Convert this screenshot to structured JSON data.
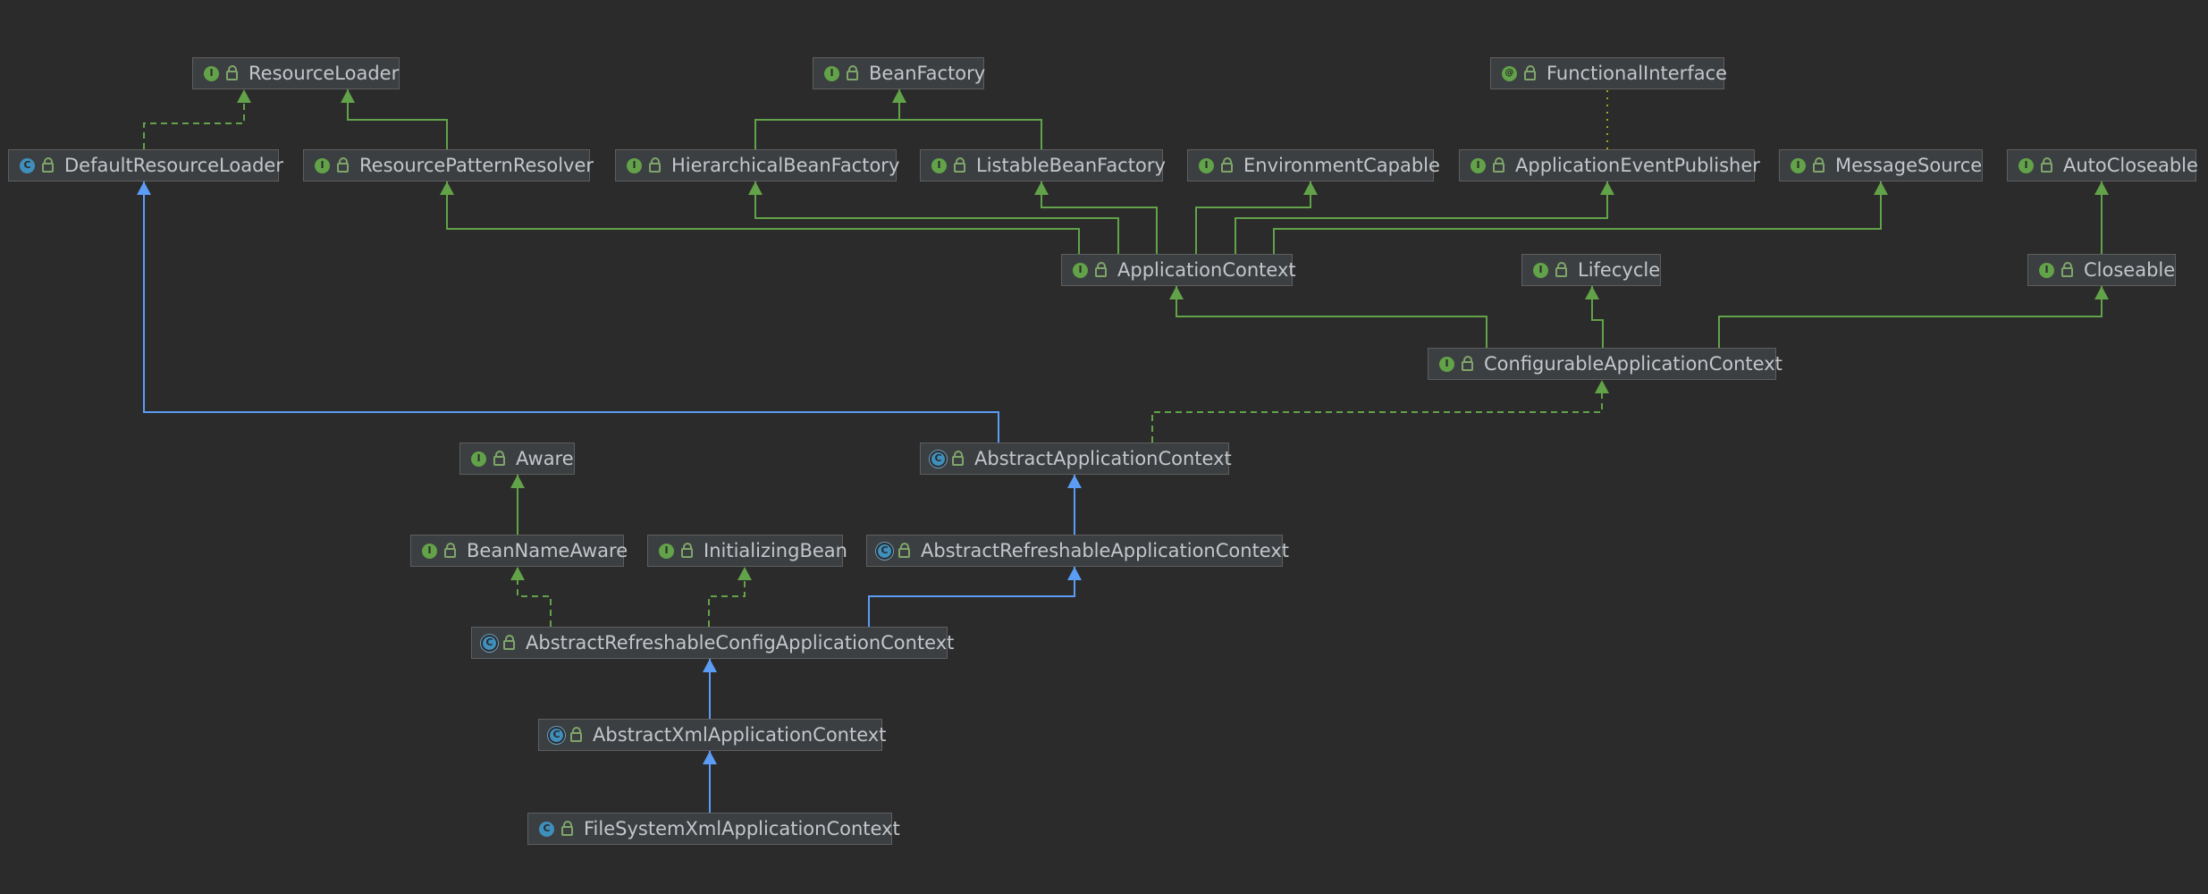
{
  "colors": {
    "background": "#2b2b2b",
    "node_fill": "#3c3f41",
    "node_border": "#5e5e5e",
    "text": "#c3c7cb",
    "interface_edge": "#62a249",
    "class_edge": "#5b9cf5",
    "annotation_edge": "#a4a51d"
  },
  "nodes": {
    "ResourceLoader": {
      "label": "ResourceLoader",
      "kind": "interface"
    },
    "BeanFactory": {
      "label": "BeanFactory",
      "kind": "interface"
    },
    "FunctionalInterface": {
      "label": "FunctionalInterface",
      "kind": "annotation"
    },
    "DefaultResourceLoader": {
      "label": "DefaultResourceLoader",
      "kind": "class"
    },
    "ResourcePatternResolver": {
      "label": "ResourcePatternResolver",
      "kind": "interface"
    },
    "HierarchicalBeanFactory": {
      "label": "HierarchicalBeanFactory",
      "kind": "interface"
    },
    "ListableBeanFactory": {
      "label": "ListableBeanFactory",
      "kind": "interface"
    },
    "EnvironmentCapable": {
      "label": "EnvironmentCapable",
      "kind": "interface"
    },
    "ApplicationEventPublisher": {
      "label": "ApplicationEventPublisher",
      "kind": "interface"
    },
    "MessageSource": {
      "label": "MessageSource",
      "kind": "interface"
    },
    "AutoCloseable": {
      "label": "AutoCloseable",
      "kind": "interface"
    },
    "ApplicationContext": {
      "label": "ApplicationContext",
      "kind": "interface"
    },
    "Lifecycle": {
      "label": "Lifecycle",
      "kind": "interface"
    },
    "Closeable": {
      "label": "Closeable",
      "kind": "interface"
    },
    "ConfigurableApplicationContext": {
      "label": "ConfigurableApplicationContext",
      "kind": "interface"
    },
    "Aware": {
      "label": "Aware",
      "kind": "interface"
    },
    "AbstractApplicationContext": {
      "label": "AbstractApplicationContext",
      "kind": "abstract"
    },
    "BeanNameAware": {
      "label": "BeanNameAware",
      "kind": "interface"
    },
    "InitializingBean": {
      "label": "InitializingBean",
      "kind": "interface"
    },
    "AbstractRefreshableApplicationContext": {
      "label": "AbstractRefreshableApplicationContext",
      "kind": "abstract"
    },
    "AbstractRefreshableConfigApplicationContext": {
      "label": "AbstractRefreshableConfigApplicationContext",
      "kind": "abstract"
    },
    "AbstractXmlApplicationContext": {
      "label": "AbstractXmlApplicationContext",
      "kind": "abstract"
    },
    "FileSystemXmlApplicationContext": {
      "label": "FileSystemXmlApplicationContext",
      "kind": "class"
    }
  },
  "edges": [
    {
      "from": "DefaultResourceLoader",
      "to": "ResourceLoader",
      "type": "implements"
    },
    {
      "from": "ResourcePatternResolver",
      "to": "ResourceLoader",
      "type": "extends-interface"
    },
    {
      "from": "HierarchicalBeanFactory",
      "to": "BeanFactory",
      "type": "extends-interface"
    },
    {
      "from": "ListableBeanFactory",
      "to": "BeanFactory",
      "type": "extends-interface"
    },
    {
      "from": "ApplicationEventPublisher",
      "to": "FunctionalInterface",
      "type": "annotated"
    },
    {
      "from": "ApplicationContext",
      "to": "ResourcePatternResolver",
      "type": "extends-interface"
    },
    {
      "from": "ApplicationContext",
      "to": "HierarchicalBeanFactory",
      "type": "extends-interface"
    },
    {
      "from": "ApplicationContext",
      "to": "ListableBeanFactory",
      "type": "extends-interface"
    },
    {
      "from": "ApplicationContext",
      "to": "EnvironmentCapable",
      "type": "extends-interface"
    },
    {
      "from": "ApplicationContext",
      "to": "ApplicationEventPublisher",
      "type": "extends-interface"
    },
    {
      "from": "ApplicationContext",
      "to": "MessageSource",
      "type": "extends-interface"
    },
    {
      "from": "Closeable",
      "to": "AutoCloseable",
      "type": "extends-interface"
    },
    {
      "from": "ConfigurableApplicationContext",
      "to": "ApplicationContext",
      "type": "extends-interface"
    },
    {
      "from": "ConfigurableApplicationContext",
      "to": "Lifecycle",
      "type": "extends-interface"
    },
    {
      "from": "ConfigurableApplicationContext",
      "to": "Closeable",
      "type": "extends-interface"
    },
    {
      "from": "AbstractApplicationContext",
      "to": "ConfigurableApplicationContext",
      "type": "implements"
    },
    {
      "from": "AbstractApplicationContext",
      "to": "DefaultResourceLoader",
      "type": "extends-class"
    },
    {
      "from": "BeanNameAware",
      "to": "Aware",
      "type": "extends-interface"
    },
    {
      "from": "AbstractRefreshableApplicationContext",
      "to": "AbstractApplicationContext",
      "type": "extends-class"
    },
    {
      "from": "AbstractRefreshableConfigApplicationContext",
      "to": "BeanNameAware",
      "type": "implements"
    },
    {
      "from": "AbstractRefreshableConfigApplicationContext",
      "to": "InitializingBean",
      "type": "implements"
    },
    {
      "from": "AbstractRefreshableConfigApplicationContext",
      "to": "AbstractRefreshableApplicationContext",
      "type": "extends-class"
    },
    {
      "from": "AbstractXmlApplicationContext",
      "to": "AbstractRefreshableConfigApplicationContext",
      "type": "extends-class"
    },
    {
      "from": "FileSystemXmlApplicationContext",
      "to": "AbstractXmlApplicationContext",
      "type": "extends-class"
    }
  ]
}
